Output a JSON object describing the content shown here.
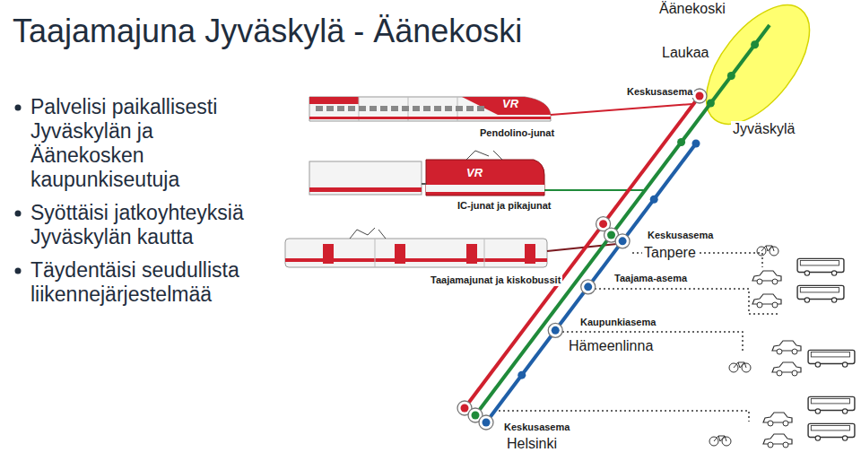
{
  "diagram": {
    "title": "Taajamajuna Jyväskylä - Äänekoski",
    "labels": [
      "Palvelisi paikallisesti Jyväskylän ja Äänekosken kaupunkiseutuja",
      "Syöttäisi jatkoyhteyksiä Jyväskylän kautta",
      "Täydentäisi seudullista liikennejärjestelmää",
      "Äänekoski",
      "Laukaa",
      "Jyväskylä",
      "Keskusasema",
      "VR",
      "Pendolino-junat",
      "VR",
      "IC-junat ja pikajunat",
      "Keskusasema",
      "Tanpere",
      "Taajamajunat ja kiskobussit",
      "Taajama-asema",
      "Kaupunkiasema",
      "Hämeenlinna",
      "Keskusasema",
      "Helsinki"
    ]
  }
}
